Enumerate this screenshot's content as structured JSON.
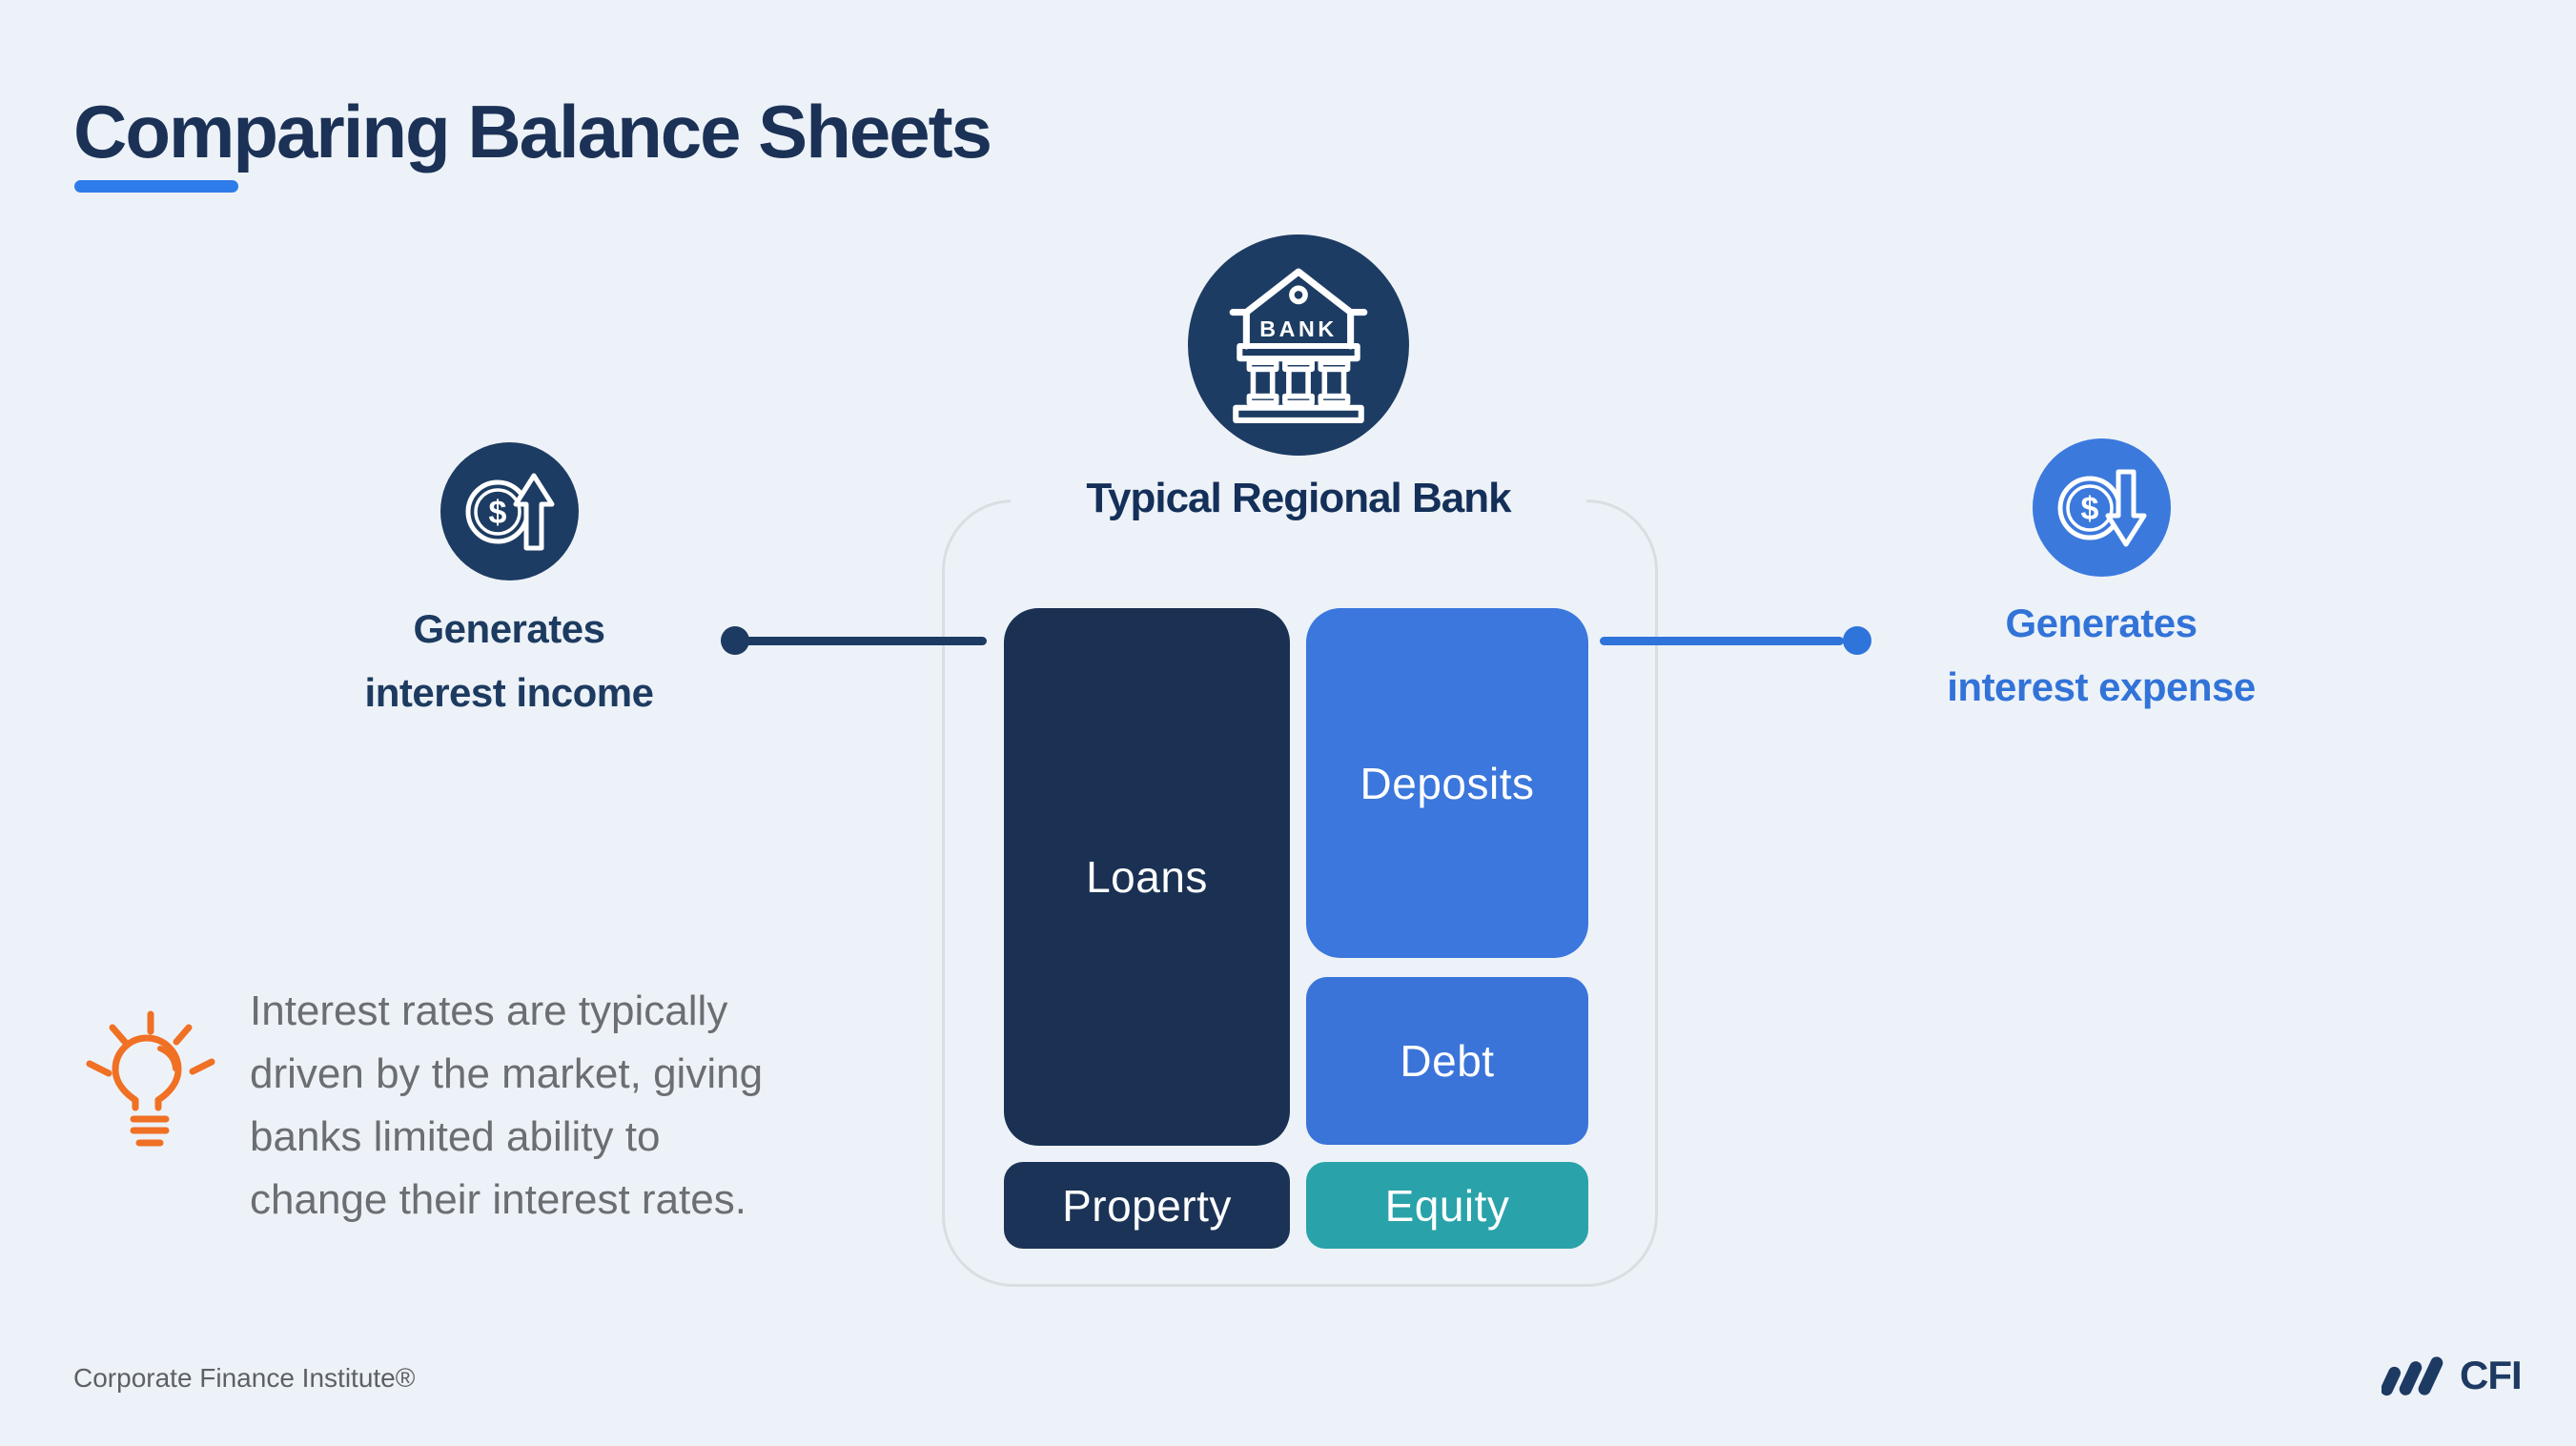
{
  "slide": {
    "title": "Comparing Balance Sheets",
    "bank": {
      "icon_label": "BANK",
      "caption": "Typical Regional Bank"
    },
    "balance_sheet": {
      "assets": [
        {
          "label": "Loans"
        },
        {
          "label": "Property"
        }
      ],
      "liabilities_and_equity": [
        {
          "label": "Deposits"
        },
        {
          "label": "Debt"
        },
        {
          "label": "Equity"
        }
      ]
    },
    "callouts": {
      "income": {
        "line1": "Generates",
        "line2": "interest income",
        "currency_symbol": "$"
      },
      "expense": {
        "line1": "Generates",
        "line2": "interest expense",
        "currency_symbol": "$"
      }
    },
    "tip": {
      "lines": [
        "Interest rates are typically",
        "driven by the market, giving",
        "banks limited ability to",
        "change their interest rates."
      ]
    },
    "footer": {
      "company": "Corporate Finance Institute®",
      "logo_text": "CFI"
    },
    "colors": {
      "background": "#edf2f8",
      "navy_block": "#1a3153",
      "navy_icon": "#1d3c63",
      "blue_block": "#3b77dc",
      "blue_accent": "#2e7ce9",
      "blue_text": "#3273d8",
      "teal_block": "#29a3a9",
      "orange_bulb": "#f07024",
      "frame_border_gray": "#d9dee3",
      "tip_text_gray": "#6b6f72"
    }
  }
}
